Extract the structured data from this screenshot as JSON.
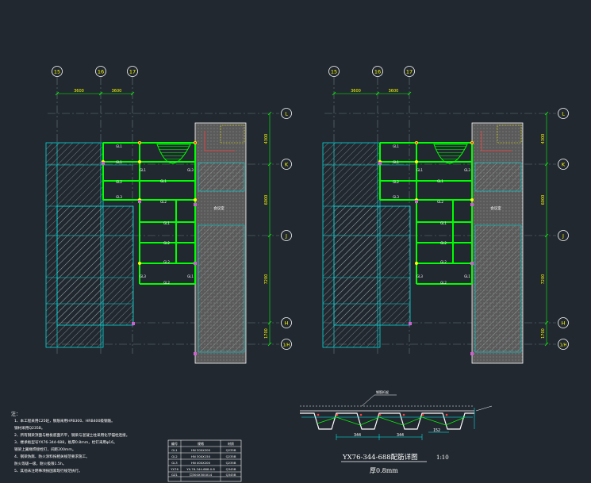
{
  "axes": {
    "vertical": [
      "15",
      "16",
      "17"
    ],
    "horizontal": [
      "L",
      "K",
      "J",
      "H",
      "1/H"
    ],
    "dims_top": [
      "3600",
      "3600"
    ],
    "dims_right": [
      "4300",
      "6000",
      "7200",
      "1700"
    ]
  },
  "plans": [
    {
      "beams": [
        "GL1",
        "GL1",
        "GL2",
        "GL3",
        "GL1",
        "GL2",
        "GL1",
        "GL2",
        "GL2",
        "GL2",
        "GL1",
        "GL3",
        "GL3",
        "GL1"
      ],
      "room_label": "会议室"
    },
    {
      "beams": [
        "GL1",
        "GL1",
        "GL2",
        "GL3",
        "GL1",
        "GL2",
        "GL1",
        "GL2",
        "GL2",
        "GL2",
        "GL1",
        "GL3",
        "GL3",
        "GL1"
      ],
      "room_label": "会议室"
    }
  ],
  "notes": {
    "heading": "注：",
    "lines": [
      "1、本工程采用C25砼，钢筋采用HPB300、HRB400级钢筋。",
      "   钢材采用Q235B。",
      "2、所有钢梁顶面与楼板底面齐平，钢梁与混凝土柱采用化学锚栓连接。",
      "3、楼承板型号YX76-344-688，板厚0.8mm，栓钉采用φ16。",
      "   钢梁上翼缘焊接栓钉，间距200mm。",
      "4、钢梁防腐、防火涂料按相关规范要求施工。",
      "   防火等级一级，耐火极限1.5h。",
      "5、其他未注明事项按国家现行规范执行。"
    ]
  },
  "table": {
    "headers": [
      "编号",
      "规格",
      "材质"
    ],
    "rows": [
      [
        "GL1",
        "HN 300X200",
        "Q235B"
      ],
      [
        "GL2",
        "HN 300X150",
        "Q235B"
      ],
      [
        "GL3",
        "HN 400X200",
        "Q235B"
      ],
      [
        "YX76",
        "YX-76-344-688-0.8",
        "Q345B"
      ],
      [
        "GZ1",
        "口300X300X14",
        "Q345B"
      ]
    ]
  },
  "detail": {
    "title": "YX76-344-688配筋详图",
    "scale": "1:10",
    "subtitle": "厚0.8mm",
    "dims": [
      "344",
      "344",
      "152"
    ],
    "callout": "钢筋桁架"
  },
  "colors": {
    "background": "#212830",
    "axis_line": "#6a7a7a",
    "beam": "#00ff00",
    "wall": "#ffffff",
    "column": "#00dcdc",
    "dim": "#ffff00",
    "node": "#ffff00"
  }
}
